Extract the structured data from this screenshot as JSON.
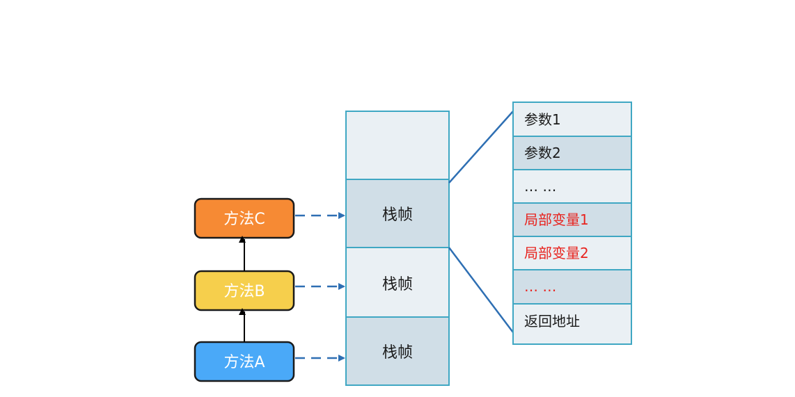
{
  "methods": [
    {
      "label": "方法C",
      "color": "#f68a34"
    },
    {
      "label": "方法B",
      "color": "#f6cf4c"
    },
    {
      "label": "方法A",
      "color": "#4aa9f8"
    }
  ],
  "stack": {
    "frame_label": "栈帧",
    "frames": [
      "",
      "栈帧",
      "栈帧",
      "栈帧"
    ]
  },
  "frame_detail": {
    "rows": [
      {
        "label": "参数1",
        "highlight": false
      },
      {
        "label": "参数2",
        "highlight": false
      },
      {
        "label": "… …",
        "highlight": false
      },
      {
        "label": "局部变量1",
        "highlight": true
      },
      {
        "label": "局部变量2",
        "highlight": true
      },
      {
        "label": "… …",
        "highlight": true
      },
      {
        "label": "返回地址",
        "highlight": false
      }
    ]
  },
  "colors": {
    "border": "#3fa7c3",
    "cell_light": "#eaf0f4",
    "cell_dark": "#d0dee7",
    "arrow": "#2e6fb3",
    "highlight_text": "#e8231e"
  }
}
